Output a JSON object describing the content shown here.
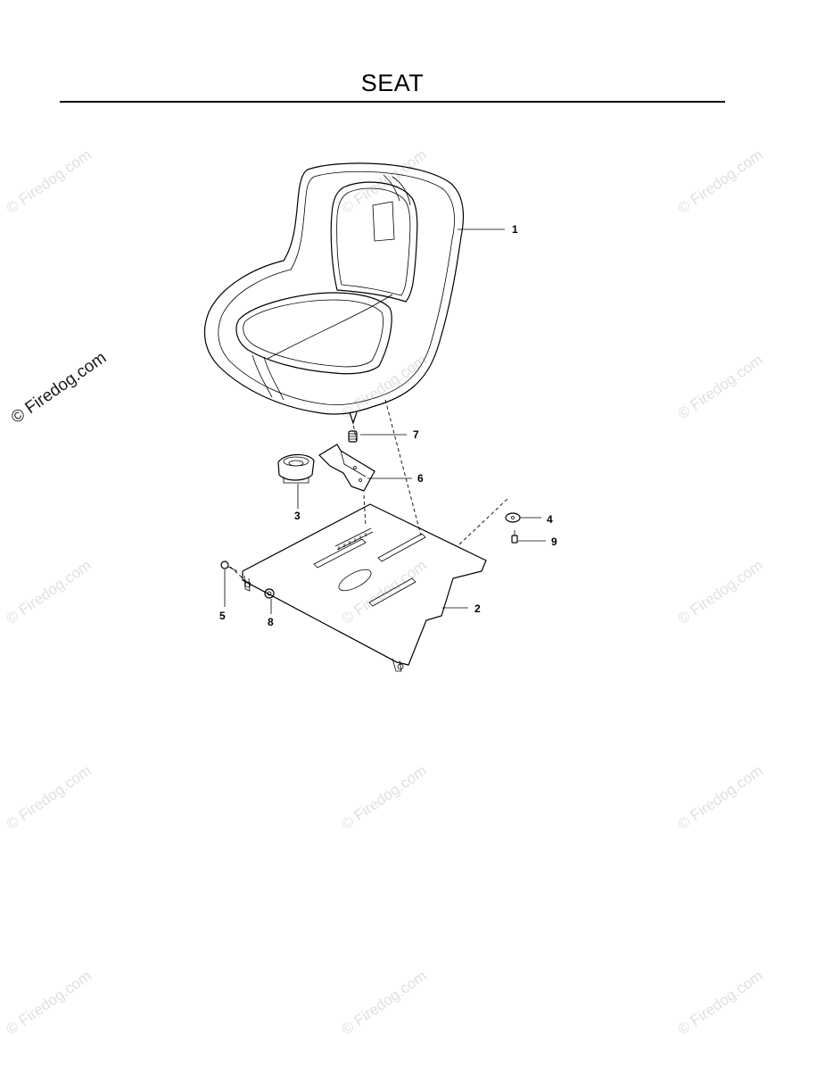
{
  "title": "SEAT",
  "watermark": "© Firedog.com",
  "callouts": [
    {
      "id": "1",
      "label": "1"
    },
    {
      "id": "2",
      "label": "2"
    },
    {
      "id": "3",
      "label": "3"
    },
    {
      "id": "4",
      "label": "4"
    },
    {
      "id": "5",
      "label": "5"
    },
    {
      "id": "6",
      "label": "6"
    },
    {
      "id": "7",
      "label": "7"
    },
    {
      "id": "8",
      "label": "8"
    },
    {
      "id": "9",
      "label": "9"
    }
  ]
}
